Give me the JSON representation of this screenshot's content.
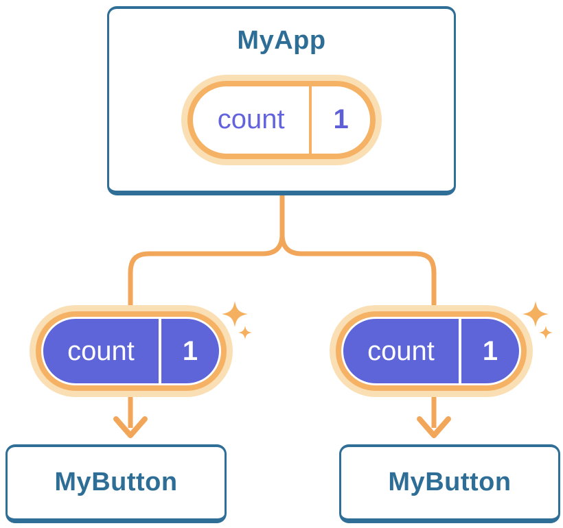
{
  "colors": {
    "background": "#ffffff",
    "card_border_blue": "#2F6E96",
    "title_blue": "#2E6E96",
    "line_orange": "#F2A65A",
    "pill_stroke_orange": "#F5B265",
    "pill_halo": "#FBDFB4",
    "sparkle_orange": "#F4B05F",
    "state_purple_fill": "#5E65D9",
    "state_text_purple": "#6363DE",
    "state_value_purple": "#5E5ED6"
  },
  "diagram": {
    "parent": {
      "title": "MyApp",
      "state": {
        "key": "count",
        "value": "1"
      }
    },
    "children": [
      {
        "title": "MyButton",
        "state": {
          "key": "count",
          "value": "1"
        }
      },
      {
        "title": "MyButton",
        "state": {
          "key": "count",
          "value": "1"
        }
      }
    ]
  }
}
